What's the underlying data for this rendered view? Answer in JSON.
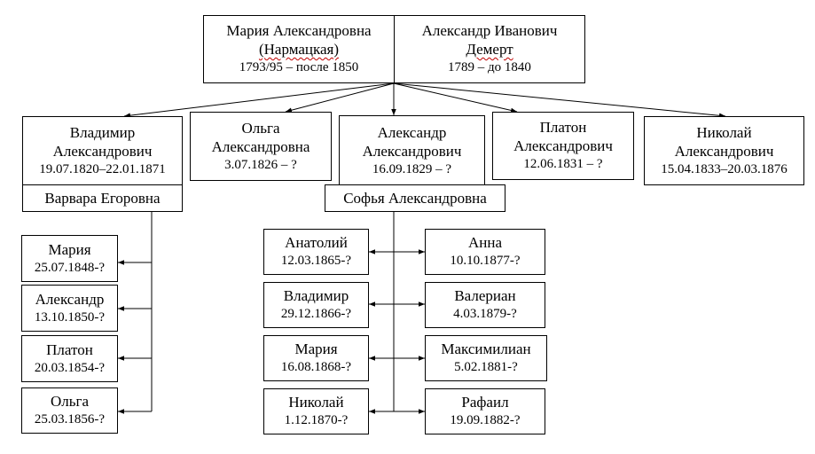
{
  "parents": {
    "mother": {
      "name": "Мария Александровна",
      "maiden": "(Нармацкая)",
      "dates": "1793/95 – после 1850"
    },
    "father": {
      "name_line1": "Александр Иванович",
      "name_line2": "Демерт",
      "dates": "1789 – до 1840"
    }
  },
  "children": [
    {
      "line1": "Владимир",
      "line2": "Александрович",
      "dates": "19.07.1820–22.01.1871"
    },
    {
      "line1": "Ольга",
      "line2": "Александровна",
      "dates": "3.07.1826 – ?"
    },
    {
      "line1": "Александр",
      "line2": "Александрович",
      "dates": "16.09.1829 – ?"
    },
    {
      "line1": "Платон",
      "line2": "Александрович",
      "dates": "12.06.1831 – ?"
    },
    {
      "line1": "Николай",
      "line2": "Александрович",
      "dates": "15.04.1833–20.03.1876"
    }
  ],
  "spouses": {
    "vladimir": "Варвара Егоровна",
    "alexander": "Софья Александровна"
  },
  "grandchildren_vladimir": [
    {
      "name": "Мария",
      "dates": "25.07.1848-?"
    },
    {
      "name": "Александр",
      "dates": "13.10.1850-?"
    },
    {
      "name": "Платон",
      "dates": "20.03.1854-?"
    },
    {
      "name": "Ольга",
      "dates": "25.03.1856-?"
    }
  ],
  "grandchildren_alexander_left": [
    {
      "name": "Анатолий",
      "dates": "12.03.1865-?"
    },
    {
      "name": "Владимир",
      "dates": "29.12.1866-?"
    },
    {
      "name": "Мария",
      "dates": "16.08.1868-?"
    },
    {
      "name": "Николай",
      "dates": "1.12.1870-?"
    }
  ],
  "grandchildren_alexander_right": [
    {
      "name": "Анна",
      "dates": "10.10.1877-?"
    },
    {
      "name": "Валериан",
      "dates": "4.03.1879-?"
    },
    {
      "name": "Максимилиан",
      "dates": "5.02.1881-?"
    },
    {
      "name": "Рафаил",
      "dates": "19.09.1882-?"
    }
  ]
}
